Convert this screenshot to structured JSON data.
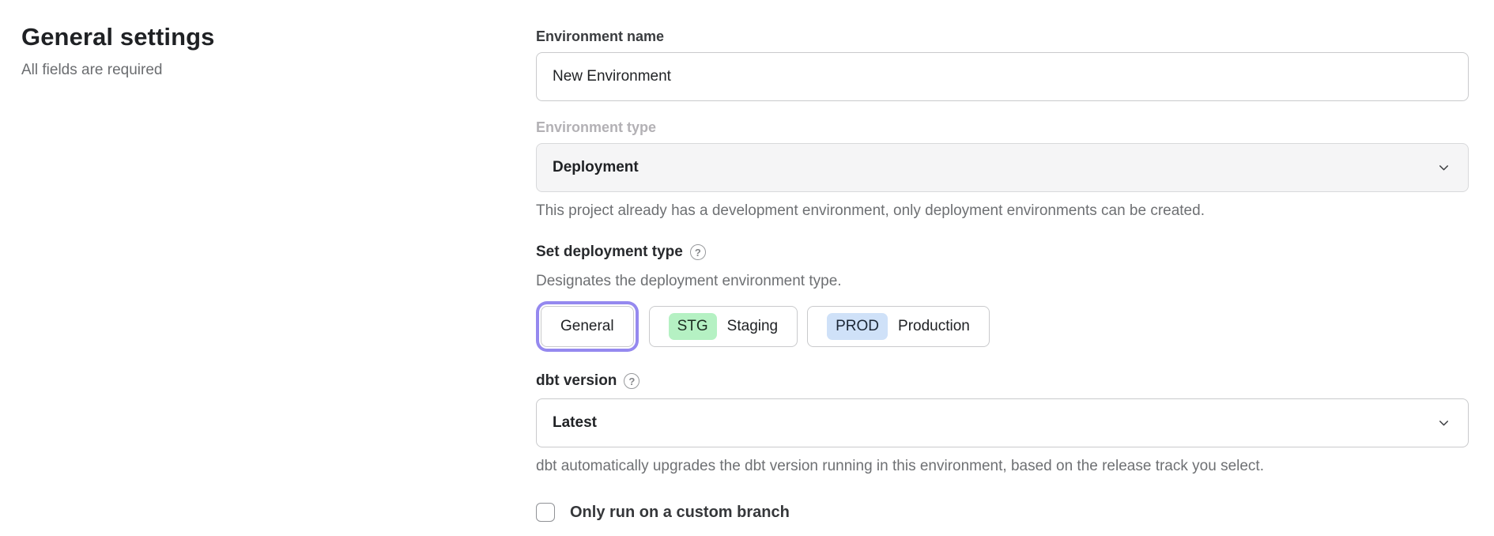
{
  "page": {
    "title": "General settings",
    "subtitle": "All fields are required"
  },
  "form": {
    "environment_name": {
      "label": "Environment name",
      "value": "New Environment"
    },
    "environment_type": {
      "label": "Environment type",
      "value": "Deployment",
      "disabled": true,
      "helper": "This project already has a development environment, only deployment environments can be created."
    },
    "deployment_type": {
      "label": "Set deployment type",
      "help_icon": "question-mark-circle",
      "help_glyph": "?",
      "description": "Designates the deployment environment type.",
      "options": {
        "general": {
          "label": "General",
          "selected": true
        },
        "staging": {
          "badge": "STG",
          "label": "Staging",
          "badge_bg": "#b5f1c3",
          "selected": false
        },
        "production": {
          "badge": "PROD",
          "label": "Production",
          "badge_bg": "#cfe1f8",
          "selected": false
        }
      }
    },
    "dbt_version": {
      "label": "dbt version",
      "help_icon": "question-mark-circle",
      "help_glyph": "?",
      "value": "Latest",
      "helper": "dbt automatically upgrades the dbt version running in this environment, based on the release track you select."
    },
    "custom_branch": {
      "label": "Only run on a custom branch",
      "checked": false
    }
  },
  "colors": {
    "selected_ring": "#9589ef",
    "staging_badge_bg": "#b5f1c3",
    "production_badge_bg": "#cfe1f8",
    "disabled_bg": "#f5f5f6"
  }
}
